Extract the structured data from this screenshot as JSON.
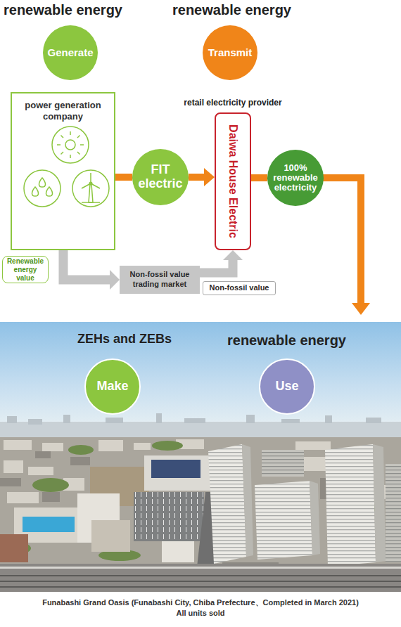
{
  "diagram": {
    "caption": "Funabashi Grand Oasis (Funabashi City, Chiba Prefecture、Completed in March 2021) All units sold",
    "nodes": [
      {
        "text": [
          "Generate"
        ]
      },
      {
        "text": [
          "Transmit"
        ]
      },
      {
        "text": [
          "power generation company"
        ]
      },
      {
        "text": [
          "FIT electric"
        ]
      },
      {
        "text": [
          "Daiwa House Electric"
        ]
      },
      {
        "text": [
          "100% renewable electricity"
        ]
      },
      {
        "text": [
          "Renewable energy value"
        ]
      },
      {
        "text": [
          "Non-fossil value trading market"
        ]
      },
      {
        "text": [
          "Non-fossil value"
        ]
      },
      {
        "text": [
          "Make"
        ]
      },
      {
        "text": [
          "Use"
        ]
      }
    ],
    "edges": [
      {
        "from": 2,
        "to": 3,
        "arrow": "none"
      },
      {
        "from": 3,
        "to": 4,
        "arrow": "to"
      },
      {
        "from": 4,
        "to": 5,
        "arrow": "none"
      },
      {
        "from": 2,
        "to": 7,
        "arrow": "to"
      },
      {
        "from": 7,
        "to": 4,
        "arrow": "to"
      }
    ],
    "labels": [
      "renewable energy",
      "renewable energy",
      "retail electricity provider",
      "ZEHs and ZEBs",
      "renewable energy"
    ]
  }
}
